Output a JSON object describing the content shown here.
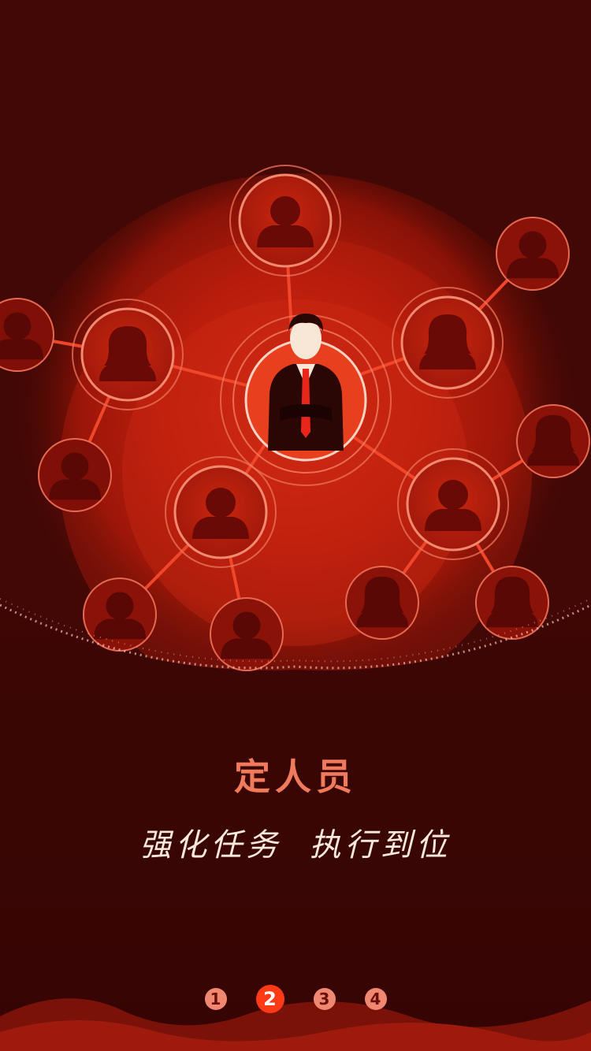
{
  "title": "定人员",
  "subtitle": "强化任务  执行到位",
  "pager": {
    "pages": [
      "1",
      "2",
      "3",
      "4"
    ],
    "active_page": "2"
  },
  "network": {
    "center": "manager-avatar",
    "inner_nodes": [
      "person-top",
      "person-left",
      "person-right",
      "person-bottom-left",
      "person-bottom-right"
    ],
    "outer_nodes": [
      "person-far-left",
      "person-far-top-right",
      "person-far-right",
      "person-lower-left",
      "person-bottom-1",
      "person-bottom-2",
      "person-bottom-3",
      "person-bottom-4"
    ]
  },
  "colors": {
    "background": "#3d0604",
    "glow": "#c8220e",
    "title": "#f07a5c",
    "subtitle": "#f8e8dc",
    "dot": "#f08770",
    "dot_active": "#ff3a17"
  }
}
